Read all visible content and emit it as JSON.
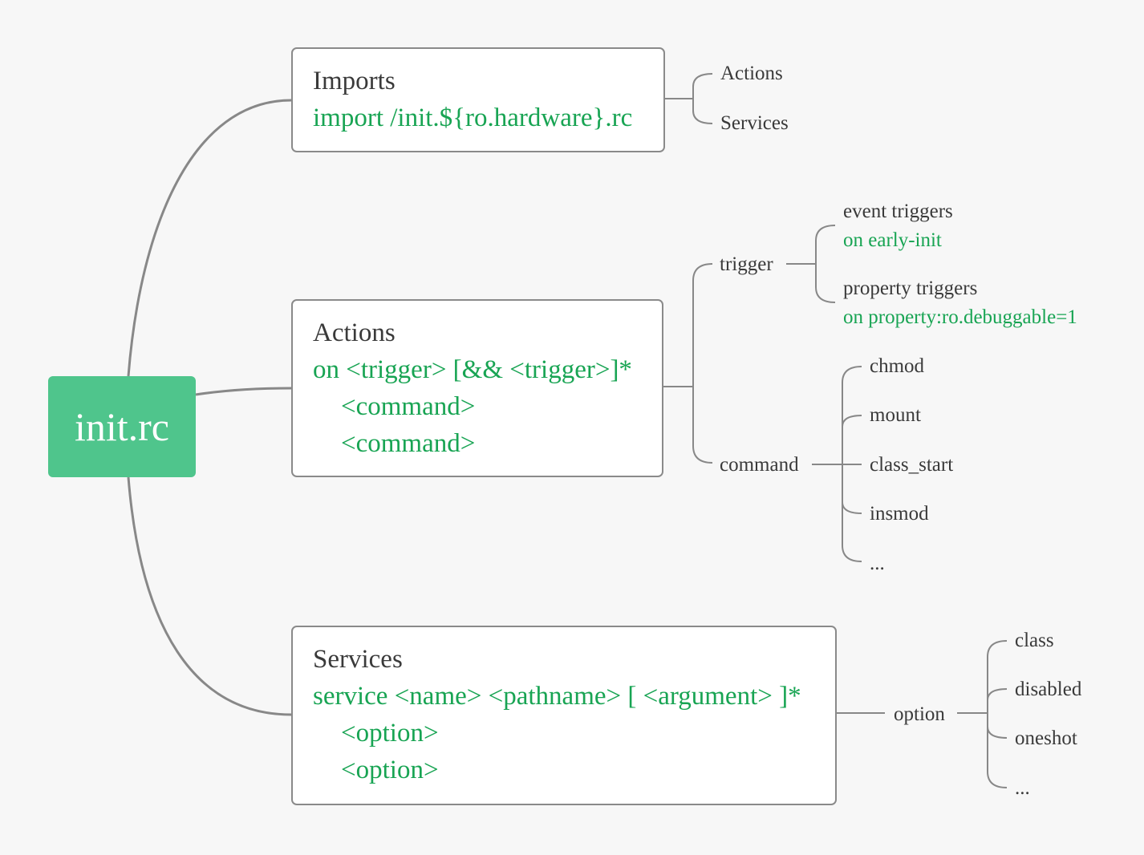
{
  "root": {
    "label": "init.rc"
  },
  "imports": {
    "title": "Imports",
    "syntax": "import /init.${ro.hardware}.rc",
    "children": [
      "Actions",
      "Services"
    ]
  },
  "actions": {
    "title": "Actions",
    "syntax": "on <trigger> [&& <trigger>]*",
    "lines": [
      "<command>",
      "<command>"
    ],
    "trigger": {
      "label": "trigger",
      "event_label": "event triggers",
      "event_example": "on early-init",
      "property_label": "property triggers",
      "property_example": "on property:ro.debuggable=1"
    },
    "command": {
      "label": "command",
      "items": [
        "chmod",
        "mount",
        "class_start",
        "insmod",
        "..."
      ]
    }
  },
  "services": {
    "title": "Services",
    "syntax": "service <name> <pathname> [ <argument> ]*",
    "lines": [
      "<option>",
      "<option>"
    ],
    "option": {
      "label": "option",
      "items": [
        "class",
        "disabled",
        "oneshot",
        "..."
      ]
    }
  },
  "colors": {
    "root_fill": "#4fc58c",
    "syntax_green": "#18a453",
    "connector": "#888888",
    "background": "#f7f7f7"
  }
}
